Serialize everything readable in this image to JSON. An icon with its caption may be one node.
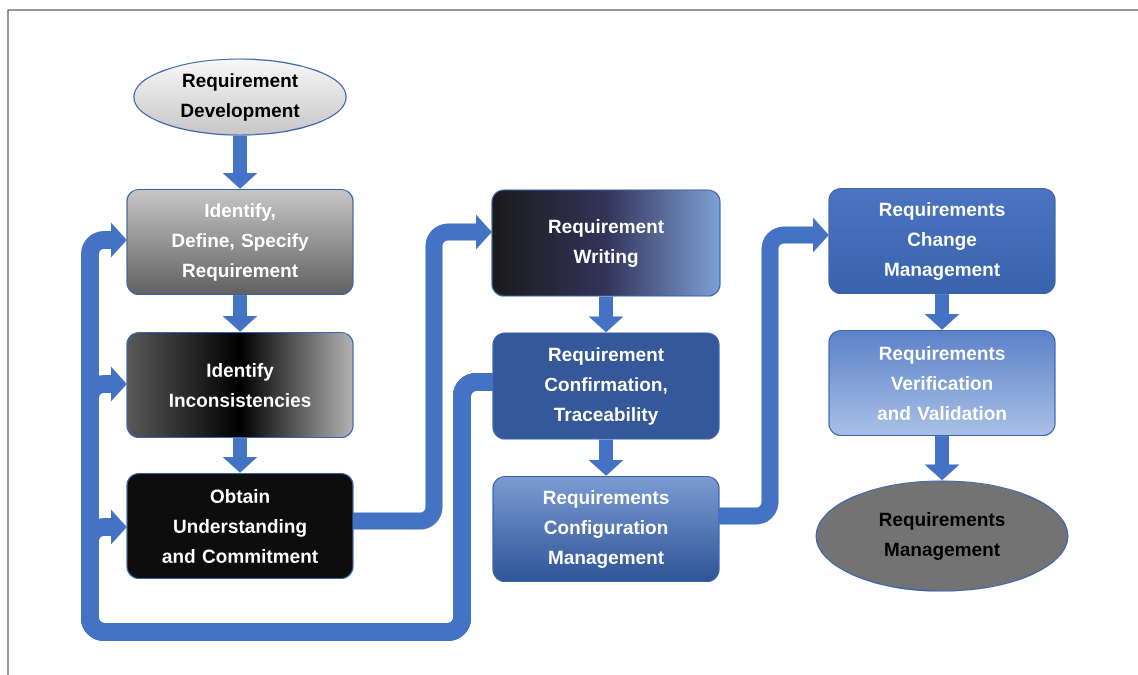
{
  "diagram": {
    "nodes": [
      {
        "text": [
          "Requirement Development"
        ]
      },
      {
        "text": [
          "Identify, Define, Specify Requirement"
        ]
      },
      {
        "text": [
          "Identify Inconsistencies"
        ]
      },
      {
        "text": [
          "Obtain Understanding and Commitment"
        ]
      },
      {
        "text": [
          "Requirement Writing"
        ]
      },
      {
        "text": [
          "Requirement Confirmation, Traceability"
        ]
      },
      {
        "text": [
          "Requirements Configuration Management"
        ]
      },
      {
        "text": [
          "Requirements Change Management"
        ]
      },
      {
        "text": [
          "Requirements Verification and Validation"
        ]
      },
      {
        "text": [
          "Requirements Management"
        ]
      }
    ],
    "edges": [
      {
        "from": 0,
        "to": 1,
        "arrow": "to"
      },
      {
        "from": 1,
        "to": 2,
        "arrow": "to"
      },
      {
        "from": 2,
        "to": 3,
        "arrow": "to"
      },
      {
        "from": 3,
        "to": 4,
        "arrow": "to"
      },
      {
        "from": 4,
        "to": 5,
        "arrow": "to"
      },
      {
        "from": 5,
        "to": 6,
        "arrow": "to"
      },
      {
        "from": 6,
        "to": 7,
        "arrow": "to"
      },
      {
        "from": 7,
        "to": 8,
        "arrow": "to"
      },
      {
        "from": 8,
        "to": 9,
        "arrow": "to"
      },
      {
        "from": 5,
        "to": 1,
        "arrow": "to"
      },
      {
        "from": 5,
        "to": 2,
        "arrow": "to"
      },
      {
        "from": 5,
        "to": 3,
        "arrow": "to"
      }
    ]
  }
}
